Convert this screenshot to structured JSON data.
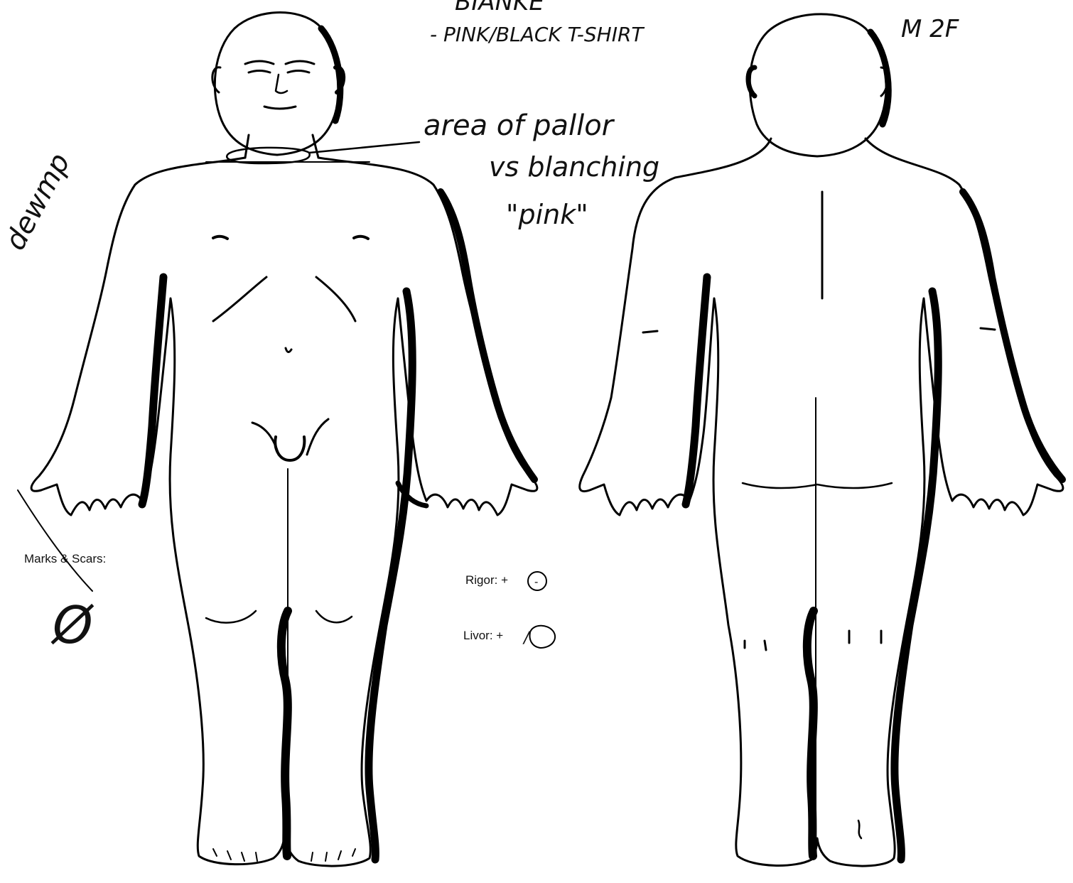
{
  "form_labels": {
    "marks_scars": "Marks & Scars:",
    "rigor": "Rigor: +",
    "livor": "Livor: +"
  },
  "handwritten_notes": {
    "clothing_top": "BIANKE",
    "clothing_shirt": "- PINK/BLACK T-SHIRT",
    "sex_age": "M 2F",
    "pallor_line1": "area of pallor",
    "pallor_line2": "vs blanching",
    "pallor_line3": "\"pink\"",
    "left_margin": "dewmp",
    "marks_value": "Ø",
    "rigor_mark": "-",
    "livor_mark": "/"
  }
}
